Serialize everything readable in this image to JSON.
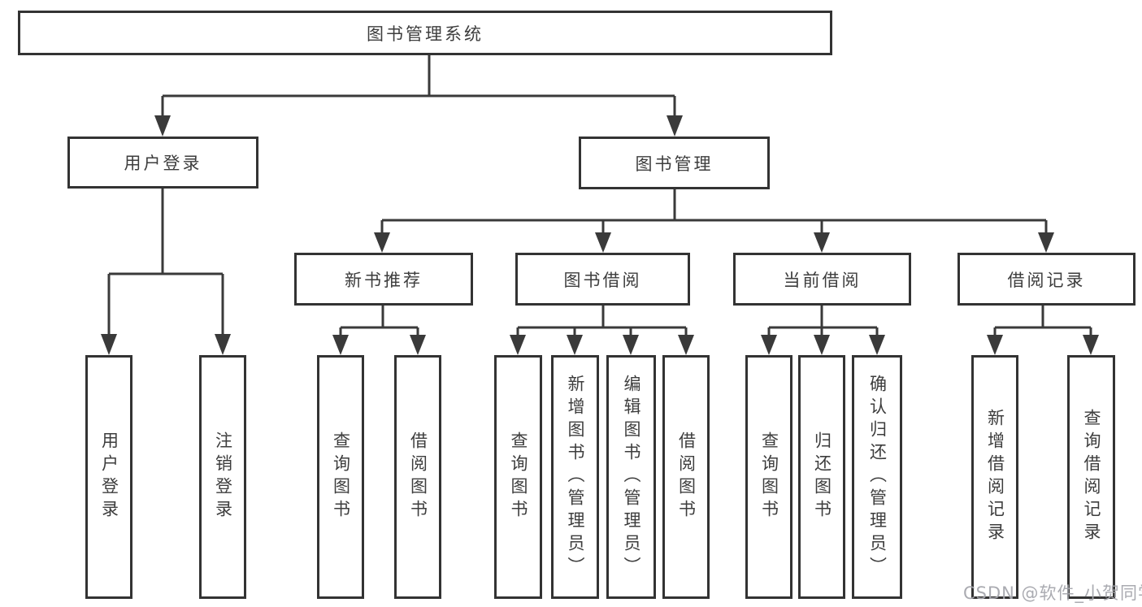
{
  "diagram": {
    "type": "hierarchy-tree",
    "watermark": "CSDN @软件_小贺同学",
    "colors": {
      "line": "#3a3a3a",
      "border": "#333333",
      "text": "#3d3d3d",
      "background": "#ffffff",
      "watermark": "#a5a7ad"
    },
    "nodes": {
      "root": {
        "label": "图书管理系统",
        "children": [
          "user_login",
          "book_mgmt"
        ]
      },
      "user_login": {
        "label": "用户登录",
        "children": [
          "login_do",
          "login_out"
        ]
      },
      "book_mgmt": {
        "label": "图书管理",
        "children": [
          "new_rec",
          "book_borrow",
          "current_borrow",
          "borrow_records"
        ]
      },
      "login_do": {
        "label": "用户登录"
      },
      "login_out": {
        "label": "注销登录"
      },
      "new_rec": {
        "label": "新书推荐",
        "children": [
          "rec_query",
          "rec_borrow"
        ]
      },
      "book_borrow": {
        "label": "图书借阅",
        "children": [
          "bb_query",
          "bb_add",
          "bb_edit",
          "bb_borrow"
        ]
      },
      "current_borrow": {
        "label": "当前借阅",
        "children": [
          "cb_query",
          "cb_return",
          "cb_confirm"
        ]
      },
      "borrow_records": {
        "label": "借阅记录",
        "children": [
          "br_add",
          "br_query"
        ]
      },
      "rec_query": {
        "label": "查询图书"
      },
      "rec_borrow": {
        "label": "借阅图书"
      },
      "bb_query": {
        "label": "查询图书"
      },
      "bb_add": {
        "label": "新增图书（管理员）"
      },
      "bb_edit": {
        "label": "编辑图书（管理员）"
      },
      "bb_borrow": {
        "label": "借阅图书"
      },
      "cb_query": {
        "label": "查询图书"
      },
      "cb_return": {
        "label": "归还图书"
      },
      "cb_confirm": {
        "label": "确认归还（管理员）"
      },
      "br_add": {
        "label": "新增借阅记录"
      },
      "br_query": {
        "label": "查询借阅记录"
      }
    }
  }
}
